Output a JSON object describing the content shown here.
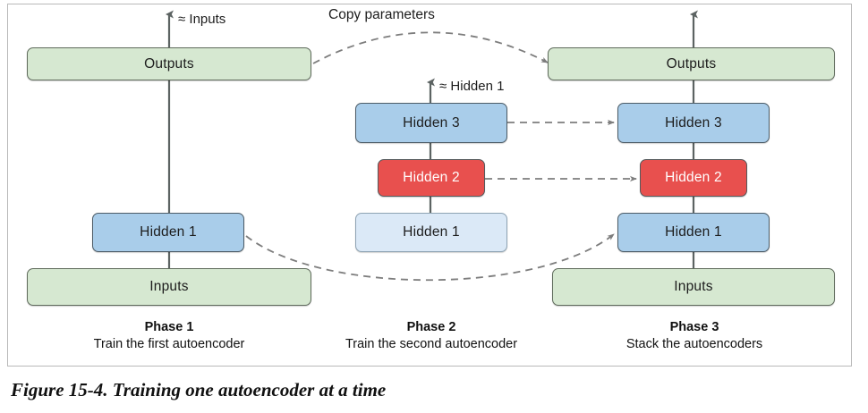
{
  "figure": {
    "caption": "Figure 15-4. Training one autoencoder at a time",
    "copy_parameters_label": "Copy parameters"
  },
  "phases": [
    {
      "id": "phase-1",
      "title": "Phase 1",
      "subtitle": "Train the first autoencoder",
      "top_label": "≈ Inputs",
      "layers": [
        {
          "name": "Outputs",
          "color": "green",
          "hex": "#d6e8d1"
        },
        {
          "name": "Hidden 1",
          "color": "blue",
          "hex": "#a9cdea"
        },
        {
          "name": "Inputs",
          "color": "green",
          "hex": "#d6e8d1"
        }
      ]
    },
    {
      "id": "phase-2",
      "title": "Phase 2",
      "subtitle": "Train the second autoencoder",
      "top_label": "≈ Hidden 1",
      "layers": [
        {
          "name": "Hidden 3",
          "color": "blue",
          "hex": "#a9cdea"
        },
        {
          "name": "Hidden 2",
          "color": "red",
          "hex": "#e8504e"
        },
        {
          "name": "Hidden 1",
          "color": "blue-faded",
          "hex": "#dbe9f7"
        }
      ]
    },
    {
      "id": "phase-3",
      "title": "Phase 3",
      "subtitle": "Stack the autoencoders",
      "top_label": "",
      "layers": [
        {
          "name": "Outputs",
          "color": "green",
          "hex": "#d6e8d1"
        },
        {
          "name": "Hidden 3",
          "color": "blue",
          "hex": "#a9cdea"
        },
        {
          "name": "Hidden 2",
          "color": "red",
          "hex": "#e8504e"
        },
        {
          "name": "Hidden 1",
          "color": "blue",
          "hex": "#a9cdea"
        },
        {
          "name": "Inputs",
          "color": "green",
          "hex": "#d6e8d1"
        }
      ]
    }
  ],
  "colors": {
    "green": "#d6e8d1",
    "blue": "#a9cdea",
    "blue_faded": "#dbe9f7",
    "red": "#e8504e",
    "stroke": "#5c6362",
    "dashed": "#7d7d7d",
    "frame": "#b9b9b9"
  }
}
